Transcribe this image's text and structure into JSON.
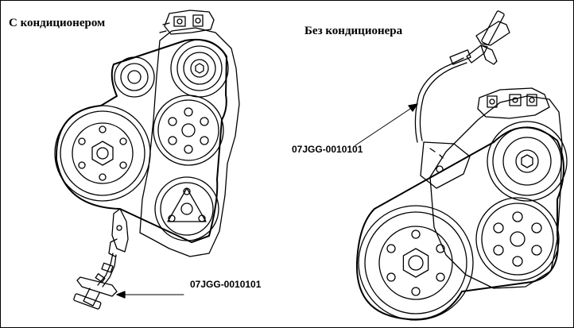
{
  "left_view": {
    "title": "С кондиционером",
    "part_label": "07JGG-0010101"
  },
  "right_view": {
    "title": "Без кондиционера",
    "part_label": "07JGG-0010101"
  },
  "colors": {
    "line": "#000000",
    "background": "#ffffff"
  }
}
